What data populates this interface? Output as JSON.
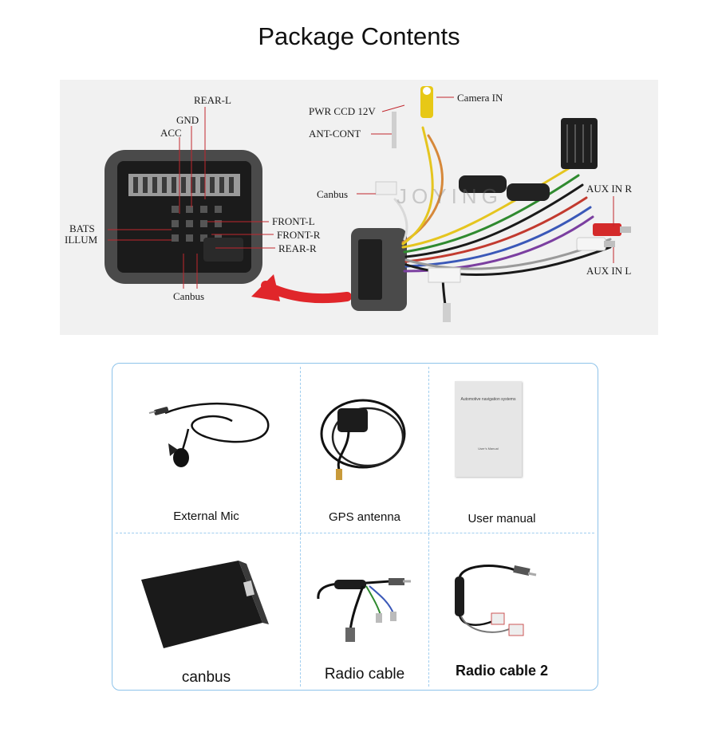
{
  "page": {
    "title": "Package Contents"
  },
  "wiring": {
    "connector_labels": {
      "rear_l": "REAR-L",
      "gnd": "GND",
      "acc": "ACC",
      "bats": "BATS",
      "illum": "ILLUM",
      "front_l": "FRONT-L",
      "front_r": "FRONT-R",
      "rear_r": "REAR-R",
      "canbus_left": "Canbus"
    },
    "harness_labels": {
      "pwr_ccd": "PWR CCD 12V",
      "camera_in": "Camera IN",
      "ant_cont": "ANT-CONT",
      "canbus_right": "Canbus",
      "aux_in_r": "AUX IN R",
      "aux_in_l": "AUX IN L"
    },
    "watermark": "JOYING",
    "colors": {
      "foam": "#4a4a4a",
      "arrow": "#e0262a",
      "line": "#c1272d"
    }
  },
  "items": [
    {
      "id": "external-mic",
      "label": "External Mic",
      "icon": "microphone-icon"
    },
    {
      "id": "gps-antenna",
      "label": "GPS antenna",
      "icon": "gps-antenna-icon"
    },
    {
      "id": "user-manual",
      "label": "User manual",
      "icon": "manual-booklet-icon",
      "booklet_title": "Automotive navigation systems",
      "booklet_subtitle": "User's Manual"
    },
    {
      "id": "canbus",
      "label": "canbus",
      "icon": "canbus-box-icon"
    },
    {
      "id": "radio-cable",
      "label": "Radio cable",
      "icon": "radio-cable-icon"
    },
    {
      "id": "radio-cable-2",
      "label": "Radio cable 2",
      "icon": "radio-cable-2-icon"
    }
  ],
  "colors": {
    "grid_border": "#8ec3ea"
  }
}
